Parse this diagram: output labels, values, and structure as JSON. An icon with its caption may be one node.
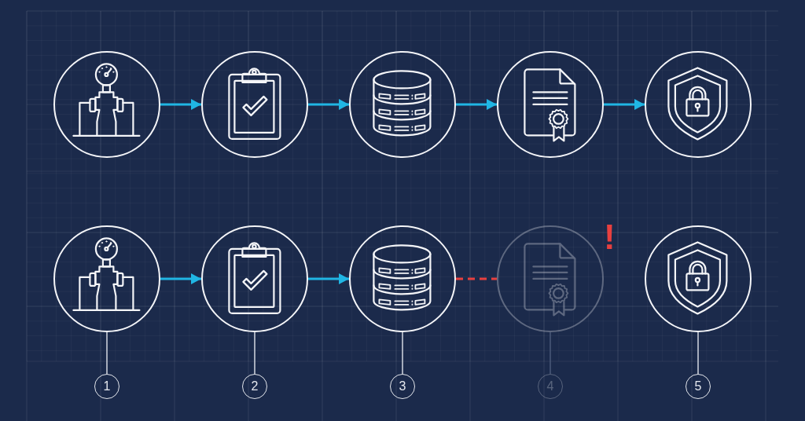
{
  "diagram": {
    "nodes": [
      {
        "text": [],
        "shape": "circle"
      },
      {
        "text": [],
        "shape": "circle"
      },
      {
        "text": [],
        "shape": "circle"
      },
      {
        "text": [],
        "shape": "circle"
      },
      {
        "text": [],
        "shape": "circle"
      },
      {
        "text": [],
        "shape": "circle"
      },
      {
        "text": [],
        "shape": "circle"
      },
      {
        "text": [],
        "shape": "circle"
      },
      {
        "text": [],
        "shape": "circle",
        "beside": [
          "!"
        ]
      },
      {
        "text": [],
        "shape": "circle"
      },
      {
        "text": [
          "1"
        ]
      },
      {
        "text": [
          "2"
        ]
      },
      {
        "text": [
          "3"
        ]
      },
      {
        "text": [
          "4"
        ]
      },
      {
        "text": [
          "5"
        ]
      }
    ],
    "edges": [
      {
        "from": 0,
        "to": 1,
        "arrow": "to"
      },
      {
        "from": 1,
        "to": 2,
        "arrow": "to"
      },
      {
        "from": 2,
        "to": 3,
        "arrow": "to"
      },
      {
        "from": 3,
        "to": 4,
        "arrow": "to"
      },
      {
        "from": 5,
        "to": 6,
        "arrow": "to"
      },
      {
        "from": 6,
        "to": 7,
        "arrow": "to"
      },
      {
        "from": 7,
        "to": 8,
        "arrow": "none",
        "style": "dashed",
        "color": "#e8403f"
      },
      {
        "from": 5,
        "to": 10,
        "arrow": "none",
        "color": "#d5d9e0"
      },
      {
        "from": 6,
        "to": 11,
        "arrow": "none",
        "color": "#d5d9e0"
      },
      {
        "from": 7,
        "to": 12,
        "arrow": "none",
        "color": "#d5d9e0"
      },
      {
        "from": 8,
        "to": 13,
        "arrow": "none",
        "color": "#4b5a78"
      },
      {
        "from": 9,
        "to": 14,
        "arrow": "none",
        "color": "#d5d9e0"
      }
    ]
  }
}
